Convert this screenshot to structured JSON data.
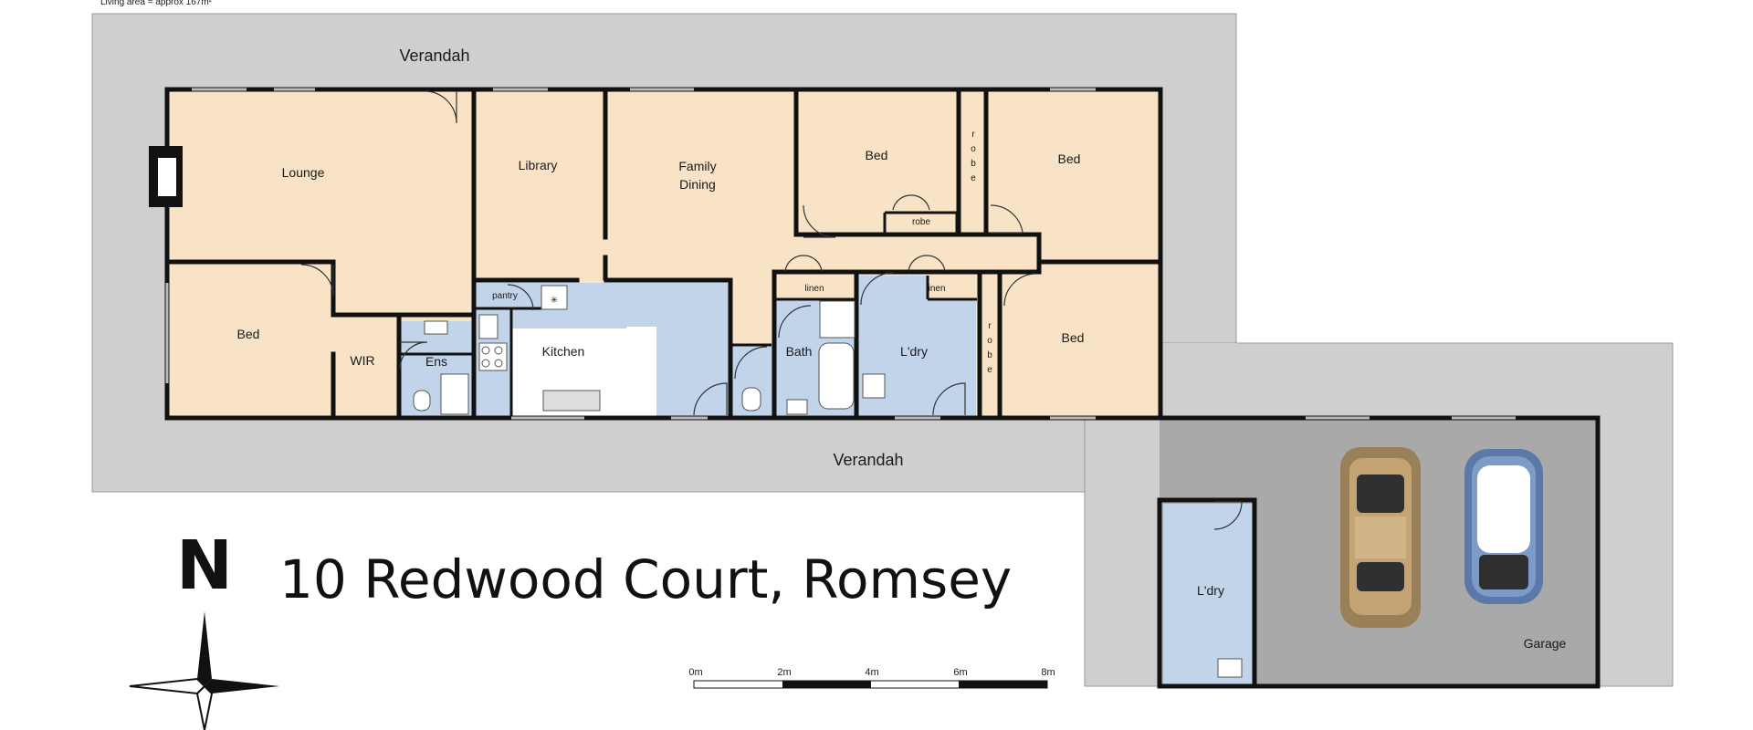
{
  "header_text": "Living area = approx 167m²",
  "address": "10 Redwood Court, Romsey",
  "north_label": "N",
  "verandah_label": "Verandah",
  "rooms": {
    "lounge": "Lounge",
    "library": "Library",
    "family_dining_1": "Family",
    "family_dining_2": "Dining",
    "bed": "Bed",
    "robe": "robe",
    "robe_vertical": [
      "r",
      "o",
      "b",
      "e"
    ],
    "wir": "WIR",
    "ens": "Ens",
    "kitchen": "Kitchen",
    "pantry": "pantry",
    "bath": "Bath",
    "linen": "linen",
    "laundry": "L'dry",
    "garage": "Garage"
  },
  "scale": [
    "0m",
    "2m",
    "4m",
    "6m",
    "8m"
  ],
  "colors": {
    "verandah": "#cfcfcf",
    "living_room": "#f8e3c6",
    "wet_room": "#c2d4ea",
    "garage": "#a9a9a9",
    "wall": "#111111"
  }
}
